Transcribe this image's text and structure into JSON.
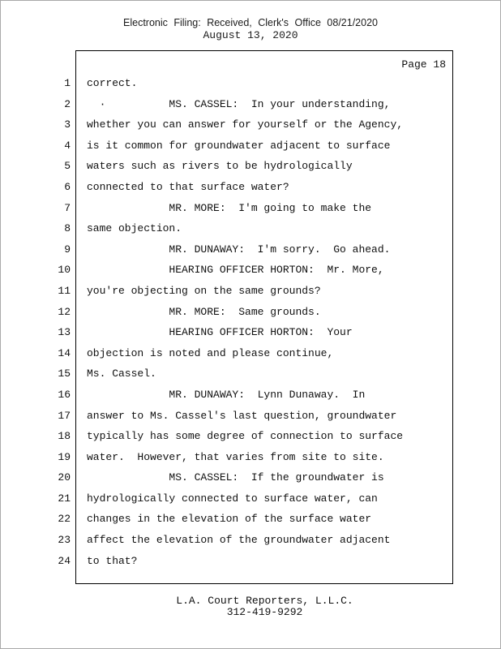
{
  "header": {
    "filing_line": "Electronic Filing: Received, Clerk's Office 08/21/2020",
    "date_line": "August 13, 2020"
  },
  "transcript": {
    "page_label": "Page 18",
    "lines": [
      {
        "num": "1",
        "text": "correct."
      },
      {
        "num": "2",
        "text": "  ·          MS. CASSEL:  In your understanding,"
      },
      {
        "num": "3",
        "text": "whether you can answer for yourself or the Agency,"
      },
      {
        "num": "4",
        "text": "is it common for groundwater adjacent to surface"
      },
      {
        "num": "5",
        "text": "waters such as rivers to be hydrologically"
      },
      {
        "num": "6",
        "text": "connected to that surface water?"
      },
      {
        "num": "7",
        "text": "             MR. MORE:  I'm going to make the"
      },
      {
        "num": "8",
        "text": "same objection."
      },
      {
        "num": "9",
        "text": "             MR. DUNAWAY:  I'm sorry.  Go ahead."
      },
      {
        "num": "10",
        "text": "             HEARING OFFICER HORTON:  Mr. More,"
      },
      {
        "num": "11",
        "text": "you're objecting on the same grounds?"
      },
      {
        "num": "12",
        "text": "             MR. MORE:  Same grounds."
      },
      {
        "num": "13",
        "text": "             HEARING OFFICER HORTON:  Your"
      },
      {
        "num": "14",
        "text": "objection is noted and please continue,"
      },
      {
        "num": "15",
        "text": "Ms. Cassel."
      },
      {
        "num": "16",
        "text": "             MR. DUNAWAY:  Lynn Dunaway.  In"
      },
      {
        "num": "17",
        "text": "answer to Ms. Cassel's last question, groundwater"
      },
      {
        "num": "18",
        "text": "typically has some degree of connection to surface"
      },
      {
        "num": "19",
        "text": "water.  However, that varies from site to site."
      },
      {
        "num": "20",
        "text": "             MS. CASSEL:  If the groundwater is"
      },
      {
        "num": "21",
        "text": "hydrologically connected to surface water, can"
      },
      {
        "num": "22",
        "text": "changes in the elevation of the surface water"
      },
      {
        "num": "23",
        "text": "affect the elevation of the groundwater adjacent"
      },
      {
        "num": "24",
        "text": "to that?"
      }
    ]
  },
  "footer": {
    "company": "L.A. Court Reporters, L.L.C.",
    "phone": "312-419-9292"
  }
}
